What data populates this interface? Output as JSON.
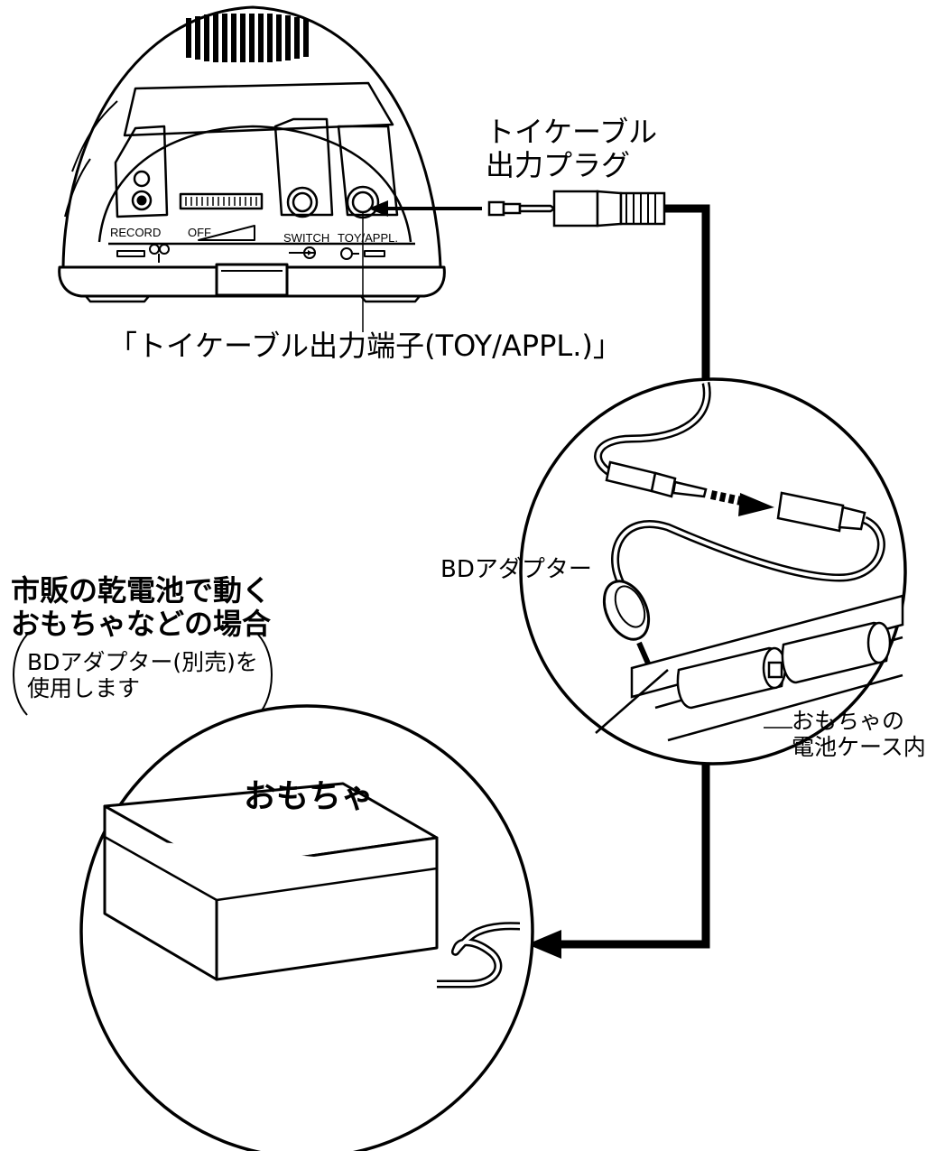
{
  "device": {
    "labels": {
      "record": "RECORD",
      "off": "OFF",
      "switch": "SWITCH",
      "toy_appl": "TOY/APPL."
    }
  },
  "labels": {
    "plug": [
      "トイケーブル",
      "出力プラグ"
    ],
    "jack": "「トイケーブル出力端子(TOY/APPL.)」",
    "bd_adapter": "BDアダプター",
    "battery_case": [
      "おもちゃの",
      "電池ケース内"
    ],
    "condition_title": [
      "市販の乾電池で動く",
      "おもちゃなどの場合"
    ],
    "condition_note": [
      "BDアダプター(別売)を",
      "使用します"
    ],
    "toy": "おもちゃ"
  }
}
